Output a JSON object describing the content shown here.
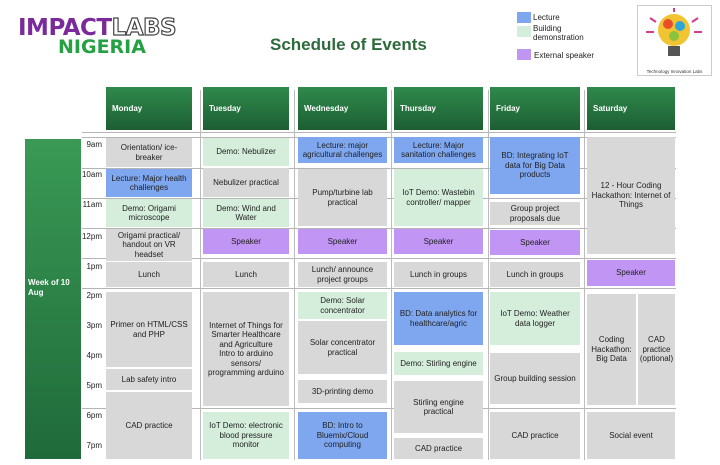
{
  "logo": {
    "impact": "IMPACT",
    "labs": "LABS",
    "nigeria": "NIGERIA",
    "tagline": "Technology Innovation Labs"
  },
  "title": "Schedule of Events",
  "legend": [
    {
      "label": "Lecture",
      "color": "#7ea7f0"
    },
    {
      "label": "Building demonstration",
      "color": "#d5eedc"
    },
    {
      "label": "External speaker",
      "color": "#c195f3"
    }
  ],
  "week_label": "Week of 10 Aug",
  "days": [
    "Monday",
    "Tuesday",
    "Wednesday",
    "Thursday",
    "Friday",
    "Saturday"
  ],
  "times": [
    "9am",
    "10am",
    "11am",
    "12pm",
    "1pm",
    "2pm",
    "3pm",
    "4pm",
    "5pm",
    "6pm",
    "7pm"
  ],
  "events": {
    "monday": [
      "Orientation/ ice-breaker",
      "Lecture: Major health challenges",
      "Demo: Origami microscope",
      "Origami practical/ handout on VR headset",
      "Lunch",
      "Primer on HTML/CSS and PHP",
      "Lab safety intro",
      "CAD practice"
    ],
    "tuesday": [
      "Demo: Nebulizer",
      "Nebulizer practical",
      "Demo: Wind and Water",
      "Speaker",
      "Lunch",
      "Internet of Things for Smarter Healthcare and Agriculture\nIntro to arduino sensors/ programming arduino",
      "IoT Demo: electronic blood pressure monitor"
    ],
    "wednesday": [
      "Lecture: major agricultural challenges",
      "Pump/turbine lab practical",
      "Speaker",
      "Lunch/ announce project groups",
      "Demo: Solar concentrator",
      "Solar concentrator practical",
      "3D-printing demo",
      "BD: Intro to Bluemix/Cloud computing"
    ],
    "thursday": [
      "Lecture: Major sanitation challenges",
      "IoT Demo: Wastebin controller/ mapper",
      "Speaker",
      "Lunch in groups",
      "BD: Data analytics for healthcare/agric",
      "Demo: Stirling engine",
      "Stirling engine practical",
      "CAD practice"
    ],
    "friday": [
      "BD: Integrating IoT data for Big Data products",
      "Group project proposals due",
      "Speaker",
      "Lunch in groups",
      "IoT Demo: Weather data logger",
      "Group building session",
      "CAD practice"
    ],
    "saturday": [
      "12 - Hour Coding Hackathon: Internet of Things",
      "Speaker",
      "Coding Hackathon: Big Data",
      "CAD practice (optional)",
      "Social event"
    ]
  },
  "colors": {
    "header_green": "#1d5e33",
    "title_green": "#2e6b3c",
    "lecture": "#7ea7f0",
    "demo": "#d5eedc",
    "speaker": "#c195f3",
    "regular": "#d8d8d8"
  }
}
